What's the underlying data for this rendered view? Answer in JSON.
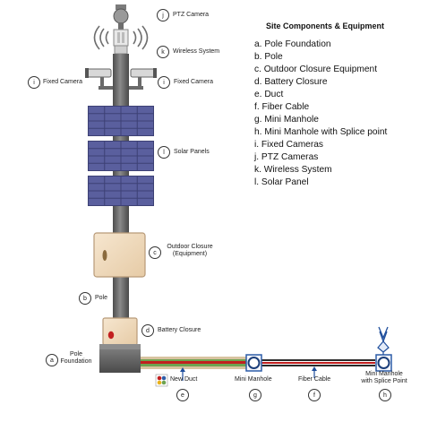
{
  "legend": {
    "title": "Site Components & Equipment",
    "items": [
      "a.  Pole Foundation",
      "b.  Pole",
      "c.  Outdoor Closure Equipment",
      "d.  Battery Closure",
      "e.  Duct",
      "f.  Fiber Cable",
      "g.  Mini Manhole",
      "h.  Mini Manhole with Splice point",
      "i.  Fixed Cameras",
      "j.  PTZ Cameras",
      "k.  Wireless System",
      "l.  Solar Panel"
    ]
  },
  "callouts": {
    "ptz_camera": {
      "letter": "j",
      "label": "PTZ Camera"
    },
    "wireless_system": {
      "letter": "k",
      "label": "Wireless System"
    },
    "fixed_camera_left": {
      "letter": "i",
      "label": "Fixed Camera"
    },
    "fixed_camera_right": {
      "letter": "i",
      "label": "Fixed Camera"
    },
    "solar_panels": {
      "letter": "l",
      "label": "Solar Panels"
    },
    "outdoor_closure": {
      "letter": "c",
      "label": "Outdoor Closure",
      "label2": "(Equipment)"
    },
    "pole": {
      "letter": "b",
      "label": "Pole"
    },
    "battery_closure": {
      "letter": "d",
      "label": "Battery Closure"
    },
    "pole_foundation": {
      "letter": "a",
      "label": "Pole",
      "label2": "Foundation"
    },
    "new_duct": {
      "letter": "e",
      "label": "New Duct"
    },
    "mini_manhole": {
      "letter": "g",
      "label": "Mini Manhole"
    },
    "fiber_cable": {
      "letter": "f",
      "label": "Fiber Cable"
    },
    "mini_manhole_splice": {
      "letter": "h",
      "label": "Mini Manhole",
      "label2": "with Splice Point"
    }
  },
  "colors": {
    "pole": "#6f6f6f",
    "solar_panel": "#5a5f9e",
    "closure_fill": "#f1dcbf",
    "closure_border": "#b89a78",
    "foundation": "#5e5e5e",
    "duct_green": "#6ea351",
    "duct_red": "#c21f1f",
    "duct_beige": "#d8c3a0",
    "manhole_blue": "#2d5da8",
    "arrow_blue": "#1f4e9c"
  }
}
